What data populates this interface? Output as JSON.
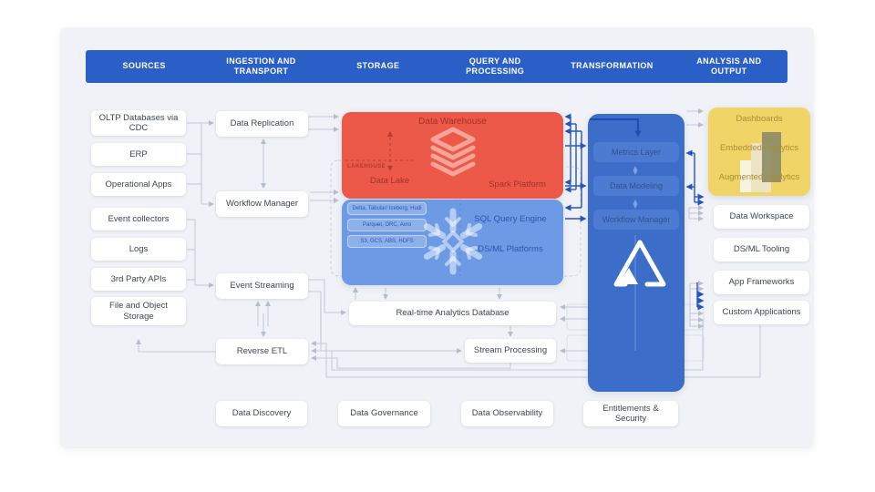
{
  "header": {
    "columns": [
      "SOURCES",
      "INGESTION AND TRANSPORT",
      "STORAGE",
      "QUERY AND PROCESSING",
      "TRANSFORMATION",
      "ANALYSIS AND OUTPUT"
    ]
  },
  "sources": {
    "items": [
      "OLTP Databases via CDC",
      "ERP",
      "Operational Apps",
      "Event collectors",
      "Logs",
      "3rd Party APIs",
      "File and Object Storage"
    ]
  },
  "ingestion": {
    "items": [
      "Data Replication",
      "Workflow Manager",
      "Event Streaming",
      "Reverse ETL"
    ]
  },
  "storage": {
    "warehouse": "Data Warehouse",
    "lakehouse_label": "LAKEHOUSE",
    "data_lake": "Data Lake",
    "format_boxes": [
      "Delta, Tabular/ Iceberg, Hudi",
      "Parquet, ORC, Avro",
      "S3, GCS, ABS, HDFS"
    ]
  },
  "query": {
    "spark": "Spark Platform",
    "sql_engine": "SQL Query Engine",
    "dsml": "DS/ML Platforms",
    "realtime": "Real-time Analytics Database",
    "stream": "Stream Processing"
  },
  "transformation": {
    "items": [
      "Metrics Layer",
      "Data Modeling",
      "Workflow Manager"
    ]
  },
  "analysis": {
    "highlighted": [
      "Dashboards",
      "Embedded Analytics",
      "Augmented Analytics"
    ],
    "items": [
      "Data Workspace",
      "DS/ML Tooling",
      "App Frameworks",
      "Custom Applications"
    ]
  },
  "governance": {
    "items": [
      "Data Discovery",
      "Data Governance",
      "Data Observability",
      "Entitlements & Security"
    ]
  },
  "colors": {
    "header_bar": "#2b5fc8",
    "warehouse_overlay": "#ed5948",
    "lake_overlay": "#6d9ae4",
    "transformation_overlay": "#3c6dc8",
    "analytics_overlay": "#f1d466",
    "gray_connector": "#c3cad9",
    "blue_connector": "#2356c5"
  },
  "icons": {
    "warehouse": "databricks-layers-icon",
    "lake": "snowflake-icon",
    "transformation": "triangle-icon",
    "analytics": "bar-chart-icon"
  }
}
